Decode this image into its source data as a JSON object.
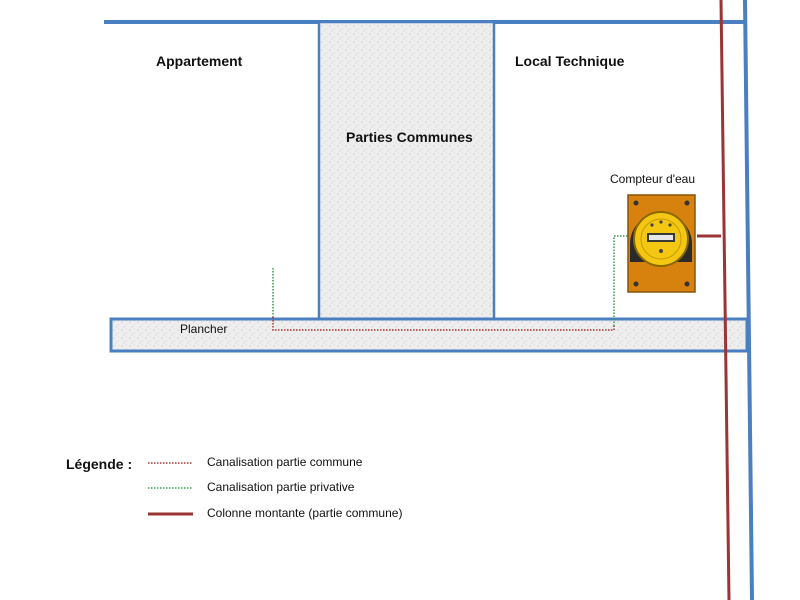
{
  "rooms": {
    "appartement": "Appartement",
    "parties_communes": "Parties Communes",
    "local_technique": "Local Technique",
    "plancher": "Plancher"
  },
  "meter": {
    "label": "Compteur d'eau",
    "icon": "water-meter-icon"
  },
  "legend": {
    "title": "Légende :",
    "items": [
      {
        "label": "Canalisation partie commune",
        "style": "dotted",
        "color": "#b03030"
      },
      {
        "label": "Canalisation partie privative",
        "style": "dotted",
        "color": "#2e9e4e"
      },
      {
        "label": "Colonne montante (partie commune)",
        "style": "solid",
        "color": "#9b3434"
      }
    ]
  },
  "colors": {
    "wall": "#4a7fc1",
    "common_pipe": "#b03030",
    "private_pipe": "#2e9e4e",
    "riser": "#9b3434",
    "texture": "#ececec",
    "meter_body": "#d7820f",
    "meter_dial": "#f3c712"
  }
}
